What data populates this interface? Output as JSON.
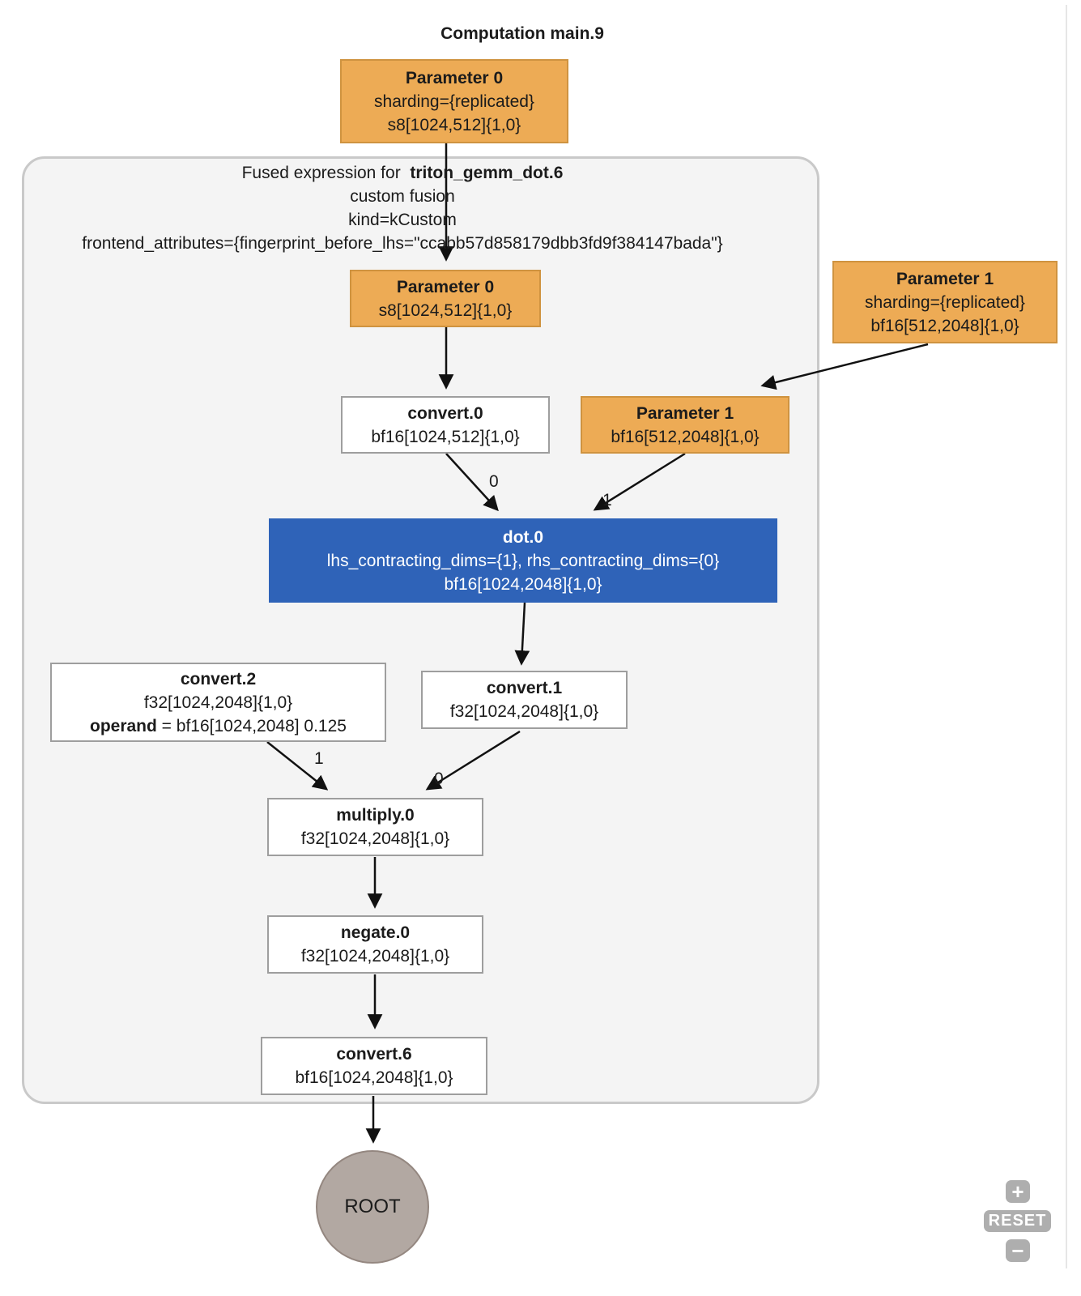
{
  "title": "Computation main.9",
  "nodes": {
    "param0_outer": {
      "name": "Parameter 0",
      "lines": [
        "sharding={replicated}",
        "s8[1024,512]{1,0}"
      ]
    },
    "fusion": {
      "prefix": "Fused expression for",
      "name": "triton_gemm_dot.6",
      "lines": [
        "custom fusion",
        "kind=kCustom",
        "frontend_attributes={fingerprint_before_lhs=\"ccabb57d858179dbb3fd9f384147bada\"}"
      ]
    },
    "param0_inner": {
      "name": "Parameter 0",
      "lines": [
        "s8[1024,512]{1,0}"
      ]
    },
    "param1_outer": {
      "name": "Parameter 1",
      "lines": [
        "sharding={replicated}",
        "bf16[512,2048]{1,0}"
      ]
    },
    "convert0": {
      "name": "convert.0",
      "lines": [
        "bf16[1024,512]{1,0}"
      ]
    },
    "param1_inner": {
      "name": "Parameter 1",
      "lines": [
        "bf16[512,2048]{1,0}"
      ]
    },
    "dot0": {
      "name": "dot.0",
      "lines": [
        "lhs_contracting_dims={1}, rhs_contracting_dims={0}",
        "bf16[1024,2048]{1,0}"
      ]
    },
    "convert2": {
      "name": "convert.2",
      "lines": [
        "f32[1024,2048]{1,0}"
      ],
      "operand_label": "operand",
      "operand_value": " = bf16[1024,2048] 0.125"
    },
    "convert1": {
      "name": "convert.1",
      "lines": [
        "f32[1024,2048]{1,0}"
      ]
    },
    "multiply0": {
      "name": "multiply.0",
      "lines": [
        "f32[1024,2048]{1,0}"
      ]
    },
    "negate0": {
      "name": "negate.0",
      "lines": [
        "f32[1024,2048]{1,0}"
      ]
    },
    "convert6": {
      "name": "convert.6",
      "lines": [
        "bf16[1024,2048]{1,0}"
      ]
    },
    "root": {
      "label": "ROOT"
    }
  },
  "edge_labels": {
    "convert0_to_dot0": "0",
    "param1_to_dot0": "1",
    "convert2_to_multiply0": "1",
    "convert1_to_multiply0": "0"
  },
  "controls": {
    "zoom_in": "+",
    "reset": "RESET",
    "zoom_out": "−"
  },
  "colors": {
    "parameter_fill": "#edab55",
    "parameter_border": "#cf9340",
    "dot_fill": "#2f63b8",
    "dot_text": "#ffffff",
    "cluster_fill": "#f4f4f4",
    "cluster_border": "#c9c9c9",
    "node_border": "#9e9e9e",
    "root_fill": "#b2a8a2",
    "edge": "#111111"
  }
}
